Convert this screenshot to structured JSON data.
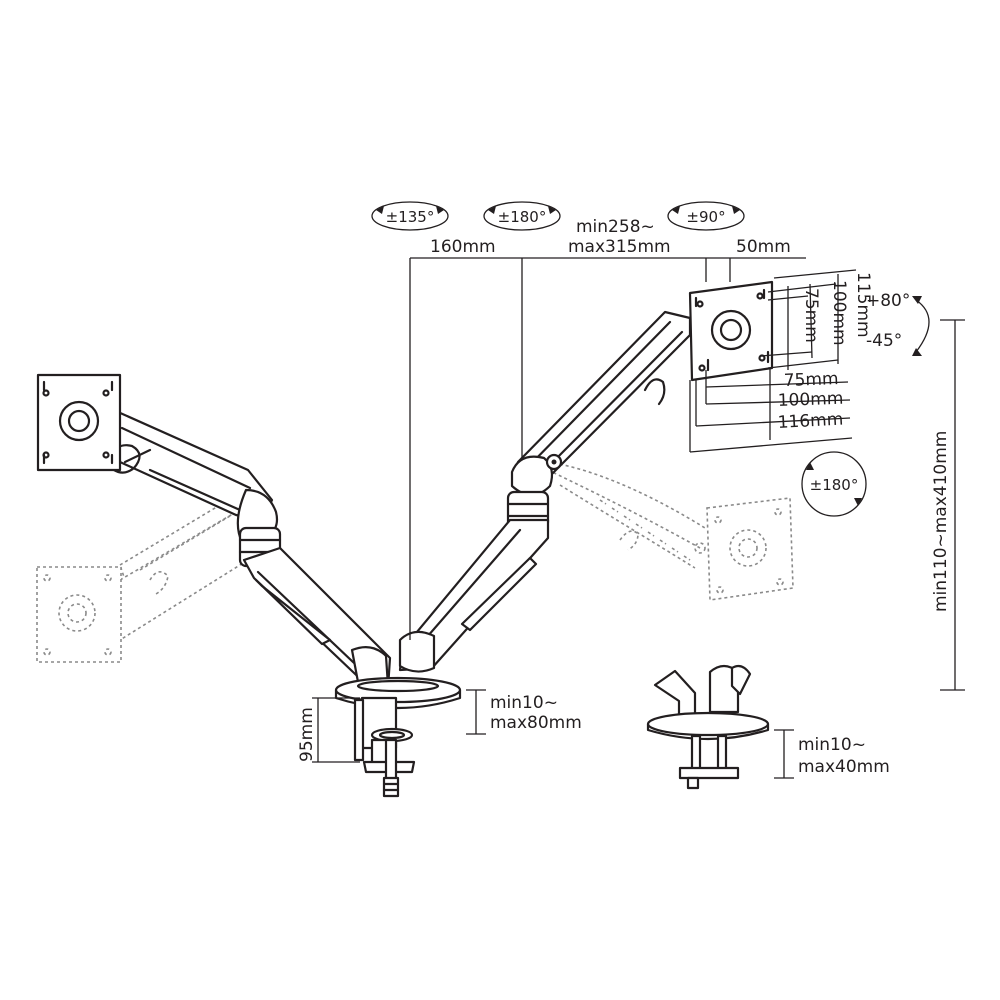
{
  "rotation_labels": {
    "left_arm": "±135°",
    "middle_arm": "±180°",
    "right_arm": "±90°",
    "rotate": "±180°"
  },
  "reach": {
    "line1": "min258~",
    "line2": "max315mm"
  },
  "offsets": {
    "left": "160mm",
    "right": "50mm"
  },
  "tilt": {
    "up": "+80°",
    "down": "-45°"
  },
  "vesa": {
    "h75": "75mm",
    "h100": "100mm",
    "h116": "116mm",
    "v75": "75mm",
    "v100": "100mm",
    "v115": "115mm"
  },
  "height_range": "min110~max410mm",
  "clamp": {
    "base_height": "95mm",
    "line1": "min10~",
    "line2": "max80mm"
  },
  "grommet": {
    "line1": "min10~",
    "line2": "max40mm"
  }
}
